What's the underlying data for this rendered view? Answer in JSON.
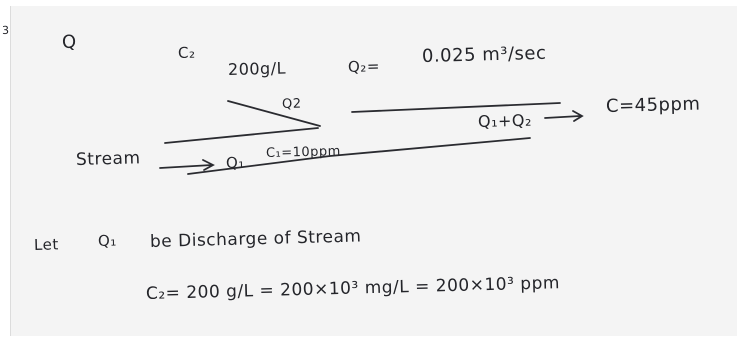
{
  "margin_mark": "3",
  "question_label": "Q",
  "diagram": {
    "c2_label": "C₂",
    "c2_value": "200g/L",
    "q2_value_label": "Q₂=",
    "q2_value": "0.025 m³/sec",
    "q2_arrow_label": "Q2",
    "stream_label": "Stream",
    "q1_label": "Q₁",
    "c1_value": "C₁=10ppm",
    "sum_label": "Q₁+Q₂",
    "c_result": "C=45ppm"
  },
  "text": {
    "line1_let": "Let",
    "line1_q1": "Q₁",
    "line1_rest": "be Discharge of Stream",
    "line2": "C₂= 200 g/L = 200×10³ mg/L = 200×10³ ppm"
  }
}
